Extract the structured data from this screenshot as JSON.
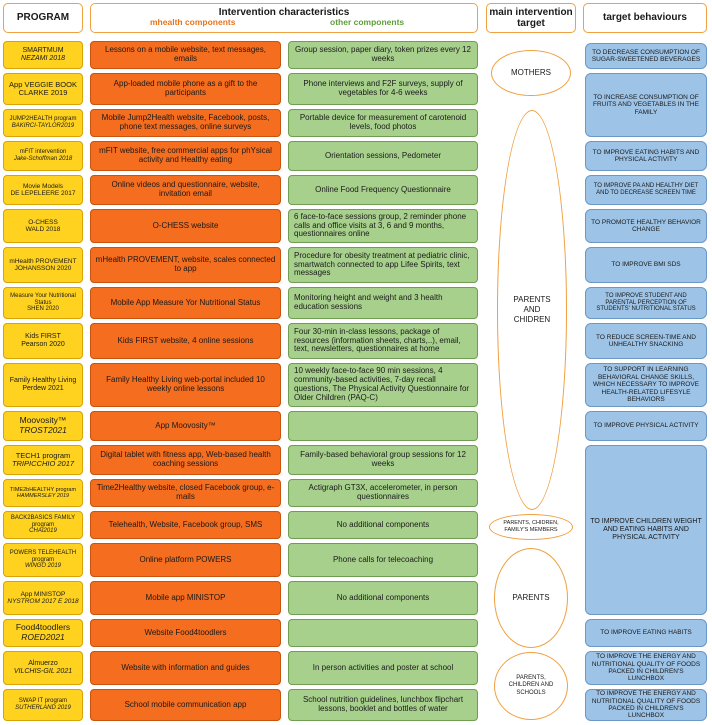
{
  "headers": {
    "program": "PROGRAM",
    "intervention": "Intervention characteristics",
    "mhealth_sub": "mhealth components",
    "other_sub": "other components",
    "target": "main intervention target",
    "behaviours": "target behaviours"
  },
  "rows": [
    {
      "program": "SMARTMUM",
      "author": "NEZAMI 2018",
      "mhealth": "Lessons on a mobile website, text messages, emails",
      "other": "Group session, paper diary, token prizes every 12 weeks"
    },
    {
      "program": "App VEGGIE BOOK",
      "author": "CLARKE 2019",
      "author_italic": false,
      "mhealth": "App-loaded mobile phone as a gift to the participants",
      "other": "Phone interviews and F2F surveys, supply of vegetables for 4-6 weeks"
    },
    {
      "program": "JUMP2HEALTH program",
      "author": "BAKIRCI-TAYLOR2019",
      "mhealth": "Mobile Jump2Health website, Facebook, posts, phone text messages, online surveys",
      "other": "Portable device for  measurement of carotenoid levels, food photos"
    },
    {
      "program": "mFIT intervention",
      "author": "Jake-Schoffman 2018",
      "mhealth": "mFIT website, free commercial apps for phYsical activity and Healthy eating",
      "other": "Orientation sessions, Pedometer"
    },
    {
      "program": "Movie Models",
      "author": "DE LEPELEERE 2017",
      "author_italic": false,
      "mhealth": "Online videos and questionnaire, website, invitation email",
      "other": "Online Food Frequency Questionnaire"
    },
    {
      "program": "O-CHESS",
      "author": "WALD 2018",
      "author_italic": false,
      "mhealth": "O-CHESS website",
      "other": "6 face-to-face sessions group, 2 reminder phone calls and office visits at 3, 6 and 9 months, questionnaires online"
    },
    {
      "program": "mHealth PROVEMENT",
      "author": "JOHANSSON 2020",
      "author_italic": false,
      "mhealth": "mHealth PROVEMENT, website, scales connected to app",
      "other": "Procedure for obesity treatment at pediatric clinic, smartwatch connected to app Lifee Spirits, text messages"
    },
    {
      "program": "Measure Your Nutritional Status",
      "author": "SHEN 2020",
      "author_italic": false,
      "mhealth": "Mobile App Measure Yor Nutritional Status",
      "other": "Monitoring height and weight and 3 health education sessions"
    },
    {
      "program": "Kids FIRST",
      "author": "Pearson 2020",
      "author_italic": false,
      "mhealth": "Kids FIRST website, 4 online sessions",
      "other": "Four 30-min in-class lessons, package of resources (information sheets, charts,..), email, text, newsletters, questionnaires at home"
    },
    {
      "program": "Family Healthy Living",
      "author": "Perdew 2021",
      "author_italic": false,
      "mhealth": "Family Healthy Living web-portal included 10 weekly online lessons",
      "other": "10 weekly face-to-face 90 min sessions, 4 community-based activities, 7-day recall questions, The Physical Activity Questionnaire for Older Children (PAQ-C)"
    },
    {
      "program": "Moovosity™",
      "author": "TROST2021",
      "mhealth": "App Moovosity™",
      "other": ""
    },
    {
      "program": "TECH1 program",
      "author": "TRIPICCHIO 2017",
      "mhealth": "Digital tablet with fitness app, Web-based health coaching sessions",
      "other": "Family-based behavioral group sessions for 12 weeks"
    },
    {
      "program": "TIME2bHEALTHY program",
      "author": "HAMMERSLEY 2019",
      "mhealth": "Time2Healthy website, closed Facebook group, e-mails",
      "other": "Actigraph GT3X, accelerometer, in person questionnaires"
    },
    {
      "program": "BACK2BASICS FAMILY program",
      "author": "CHAI2019",
      "mhealth": "Telehealth, Website, Facebook group, SMS",
      "other": "No additional components"
    },
    {
      "program": "POWERS TELEHEALTH program",
      "author": "WINGO 2019",
      "mhealth": "Online platform POWERS",
      "other": "Phone calls for telecoaching"
    },
    {
      "program": "App MINISTOP",
      "author": "NYSTROM 2017 E 2018",
      "mhealth": "Mobile app MINISTOP",
      "other": "No additional components"
    },
    {
      "program": "Food4toodlers",
      "author": "ROED2021",
      "mhealth": "Website Food4toodlers",
      "other": ""
    },
    {
      "program": "Almuerzo",
      "author": "VILCHIS-GIL 2021",
      "mhealth": "Website with information and guides",
      "other": "In person activities and poster at school"
    },
    {
      "program": "SWAP IT program",
      "author": "SUTHERLAND 2019",
      "mhealth": "School mobile communication app",
      "other": "School nutrition guidelines, lunchbox flipchart lessons, booklet and bottles of water"
    }
  ],
  "targets": {
    "mothers": "MOTHERS",
    "parents_children": "PARENTS AND CHIDREN",
    "parents_children_family": "PARENTS, CHIDREN, FAMILY'S MEMBERS",
    "parents": "PARENTS",
    "parents_children_schools": "PARENTS, CHILDREN AND SCHOOLS"
  },
  "behaviours": [
    "TO DECREASE CONSUMPTION OF SUGAR-SWEETENED BEVERAGES",
    "TO INCREASE CONSUMPTION OF FRUITS AND VEGETABLES IN THE FAMILY",
    "TO IMPROVE EATING HABITS AND PHYSICAL ACTIVITY",
    "TO IMPROVE PA AND HEALTHY DIET AND TO DECREASE SCREEN TIME",
    "TO PROMOTE HEALTHY BEHAVIOR CHANGE",
    "TO IMPROVE BMI SDS",
    "TO IMPROVE STUDENT AND PARENTAL PERCEPTION OF STUDENTS' NUTRITIONAL STATUS",
    "TO REDUCE SCREEN-TIME AND UNHEALTHY SNACKING",
    "TO SUPPORT IN LEARNING BEHAVIORAL CHANGE SKILLS, WHICH NECESSARY TO IMPROVE HEALTH-RELATED LIFESYLE BEHAVIORS",
    "TO IMPROVE PHYSICAL ACTIVITY",
    "TO IMPROVE CHILDREN WEIGHT AND EATING HABITS AND PHYSICAL ACTIVITY",
    "TO IMPROVE EATING HABITS",
    "TO IMPROVE THE ENERGY AND NUTRITIONAL QUALITY OF FOODS PACKED IN CHILDREN'S LUNCHBOX",
    "TO IMPROVE THE ENERGY AND NUTRITIONAL QUALITY OF FOODS PACKED IN CHILDREN'S LUNCHBOX"
  ]
}
